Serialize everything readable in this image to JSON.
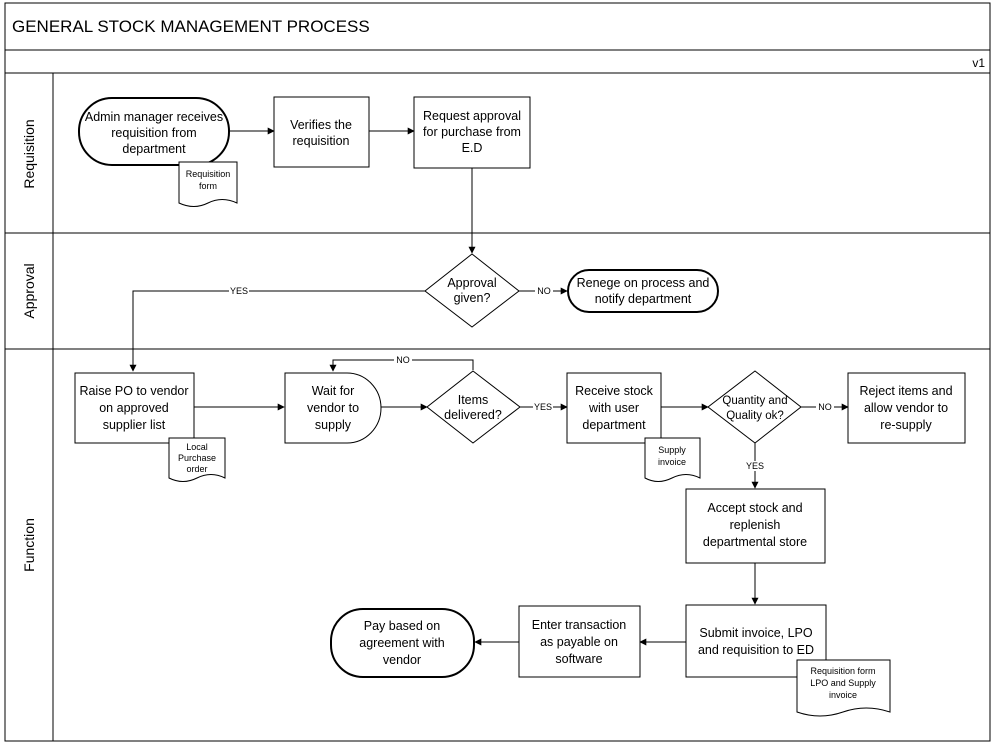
{
  "title": "GENERAL STOCK MANAGEMENT PROCESS",
  "version": "v1",
  "lanes": [
    "Requisition",
    "Approval",
    "Function"
  ],
  "nodes": {
    "admin_receives": [
      "Admin manager receives",
      "requisition from",
      "department"
    ],
    "verifies": [
      "Verifies the",
      "requisition"
    ],
    "request_approval": [
      "Request approval",
      "for purchase from",
      "E.D"
    ],
    "approval_given": [
      "Approval",
      "given?"
    ],
    "renege": [
      "Renege on process and",
      "notify department"
    ],
    "raise_po": [
      "Raise PO to vendor",
      "on approved",
      "supplier list"
    ],
    "wait_vendor": [
      "Wait for",
      "vendor to",
      "supply"
    ],
    "items_delivered": [
      "Items",
      "delivered?"
    ],
    "receive_stock": [
      "Receive stock",
      "with user",
      "department"
    ],
    "quantity_quality": [
      "Quantity and",
      "Quality ok?"
    ],
    "reject_items": [
      "Reject items and",
      "allow vendor to",
      "re-supply"
    ],
    "accept_stock": [
      "Accept stock and",
      "replenish",
      "departmental store"
    ],
    "submit_invoice": [
      "Submit invoice, LPO",
      "and requisition to ED"
    ],
    "enter_transaction": [
      "Enter transaction",
      "as payable on",
      "software"
    ],
    "pay_vendor": [
      "Pay based on",
      "agreement with",
      "vendor"
    ]
  },
  "documents": {
    "requisition_form": [
      "Requisition",
      "form"
    ],
    "local_purchase_order": [
      "Local",
      "Purchase",
      "order"
    ],
    "supply_invoice": [
      "Supply",
      "invoice"
    ],
    "req_lpo_invoice": [
      "Requisition form",
      "LPO and Supply",
      "invoice"
    ]
  },
  "edge_labels": {
    "approval_yes": "YES",
    "approval_no": "NO",
    "delivered_no": "NO",
    "delivered_yes": "YES",
    "quality_no": "NO",
    "quality_yes": "YES"
  }
}
